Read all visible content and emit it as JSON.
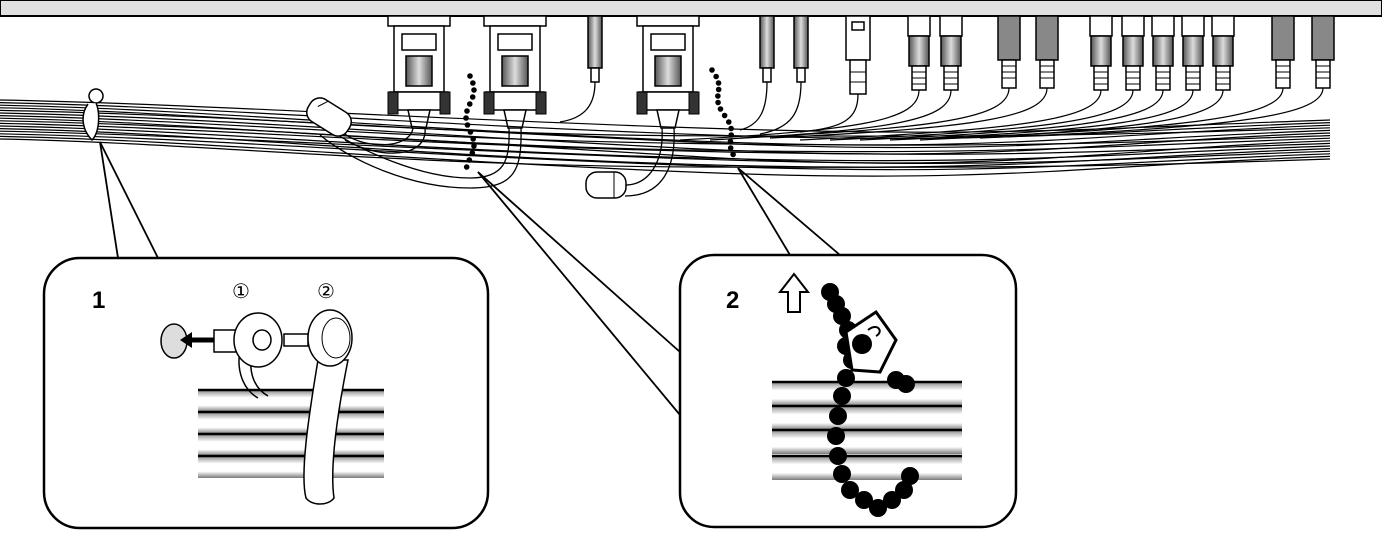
{
  "callouts": [
    {
      "step": "1",
      "parts": [
        "①",
        "②"
      ]
    },
    {
      "step": "2"
    }
  ],
  "icons": [
    "cable-tie-icon",
    "bead-chain-tie-icon",
    "arrow-left-icon",
    "arrow-up-icon",
    "vga-connector-icon",
    "rca-plug-icon",
    "bnc-connector-icon",
    "usb-plug-icon",
    "ferrite-core-icon"
  ],
  "colors": {
    "line": "#000000",
    "background": "#ffffff",
    "panel": "#e0e0e0"
  }
}
